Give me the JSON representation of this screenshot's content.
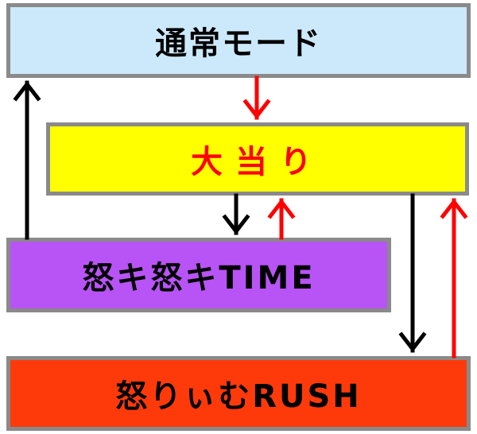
{
  "states": {
    "normal": "通常モード",
    "hit": "大当り",
    "time": "怒キ怒キTIME",
    "rush": "怒りぃむRUSH"
  },
  "colors": {
    "normal_bg": "#cce9fb",
    "hit_bg": "#ffff00",
    "hit_text": "#ff0000",
    "time_bg": "#b854f6",
    "rush_bg": "#ff3a0a",
    "border": "#8a8a8a",
    "arrow_black": "#000000",
    "arrow_red": "#ff0000"
  },
  "transitions": [
    {
      "from": "normal",
      "to": "hit",
      "color": "red",
      "icon": "arrow-down-icon"
    },
    {
      "from": "hit",
      "to": "time",
      "color": "black",
      "icon": "arrow-down-icon"
    },
    {
      "from": "time",
      "to": "hit",
      "color": "red",
      "icon": "arrow-up-icon"
    },
    {
      "from": "time",
      "to": "normal",
      "color": "black",
      "icon": "arrow-up-icon"
    },
    {
      "from": "hit",
      "to": "rush",
      "color": "black",
      "icon": "arrow-down-icon"
    },
    {
      "from": "rush",
      "to": "hit",
      "color": "red",
      "icon": "arrow-up-icon"
    }
  ]
}
